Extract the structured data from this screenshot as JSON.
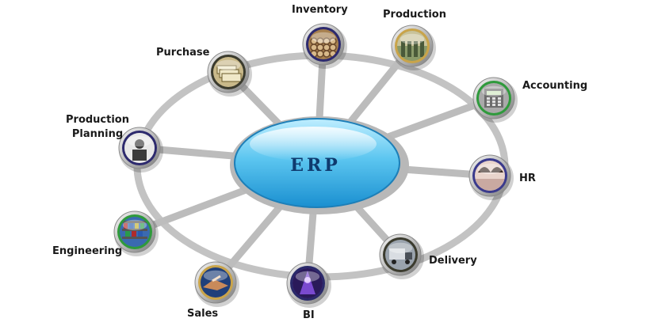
{
  "center": {
    "label": "ERP"
  },
  "modules": [
    {
      "id": "inventory",
      "lines": [
        "Inventory"
      ],
      "ring": "#2d2a6e",
      "photo": "lumber"
    },
    {
      "id": "production",
      "lines": [
        "Production"
      ],
      "ring": "#c9a44a",
      "photo": "factory"
    },
    {
      "id": "accounting",
      "lines": [
        "Accounting"
      ],
      "ring": "#2f9a3c",
      "photo": "calculator"
    },
    {
      "id": "hr",
      "lines": [
        "HR"
      ],
      "ring": "#3a3a8c",
      "photo": "people"
    },
    {
      "id": "delivery",
      "lines": [
        "Delivery"
      ],
      "ring": "#3b3b2e",
      "photo": "truck"
    },
    {
      "id": "bi",
      "lines": [
        "BI"
      ],
      "ring": "#2a2a6a",
      "photo": "wizard"
    },
    {
      "id": "sales",
      "lines": [
        "Sales"
      ],
      "ring": "#c9a44a",
      "photo": "handshake"
    },
    {
      "id": "engineering",
      "lines": [
        "Engineering"
      ],
      "ring": "#2f9a3c",
      "photo": "shelves"
    },
    {
      "id": "production-planning",
      "lines": [
        "Production",
        "Planning"
      ],
      "ring": "#2d2a6e",
      "photo": "worker"
    },
    {
      "id": "purchase",
      "lines": [
        "Purchase"
      ],
      "ring": "#3b3b2e",
      "photo": "cash"
    }
  ]
}
